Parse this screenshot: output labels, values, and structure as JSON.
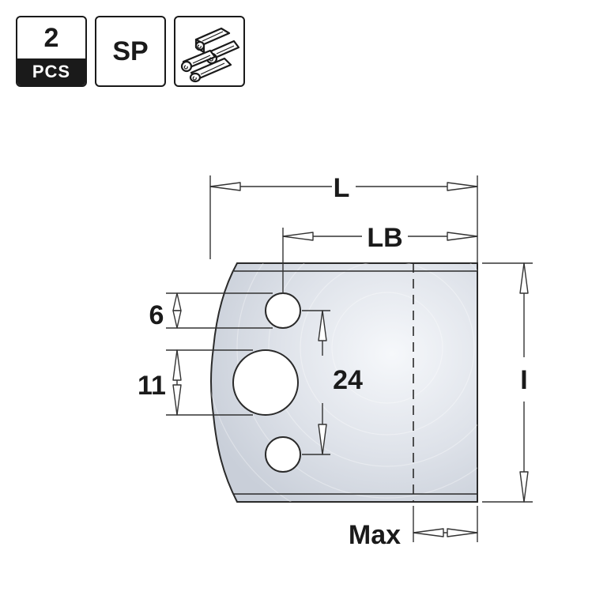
{
  "badges": {
    "quantity": {
      "value": "2",
      "unit": "PCS"
    },
    "material": "SP",
    "wood_icon": "wood-logs-icon"
  },
  "dimensions": {
    "length": "L",
    "blade_length": "LB",
    "height": "I",
    "max": "Max",
    "small_hole": "6",
    "large_hole": "11",
    "hole_spacing": "24"
  },
  "colors": {
    "blade_fill": "#dfe3ea",
    "blade_stroke": "#2a2a2a",
    "line": "#333333",
    "text": "#1a1a1a"
  }
}
